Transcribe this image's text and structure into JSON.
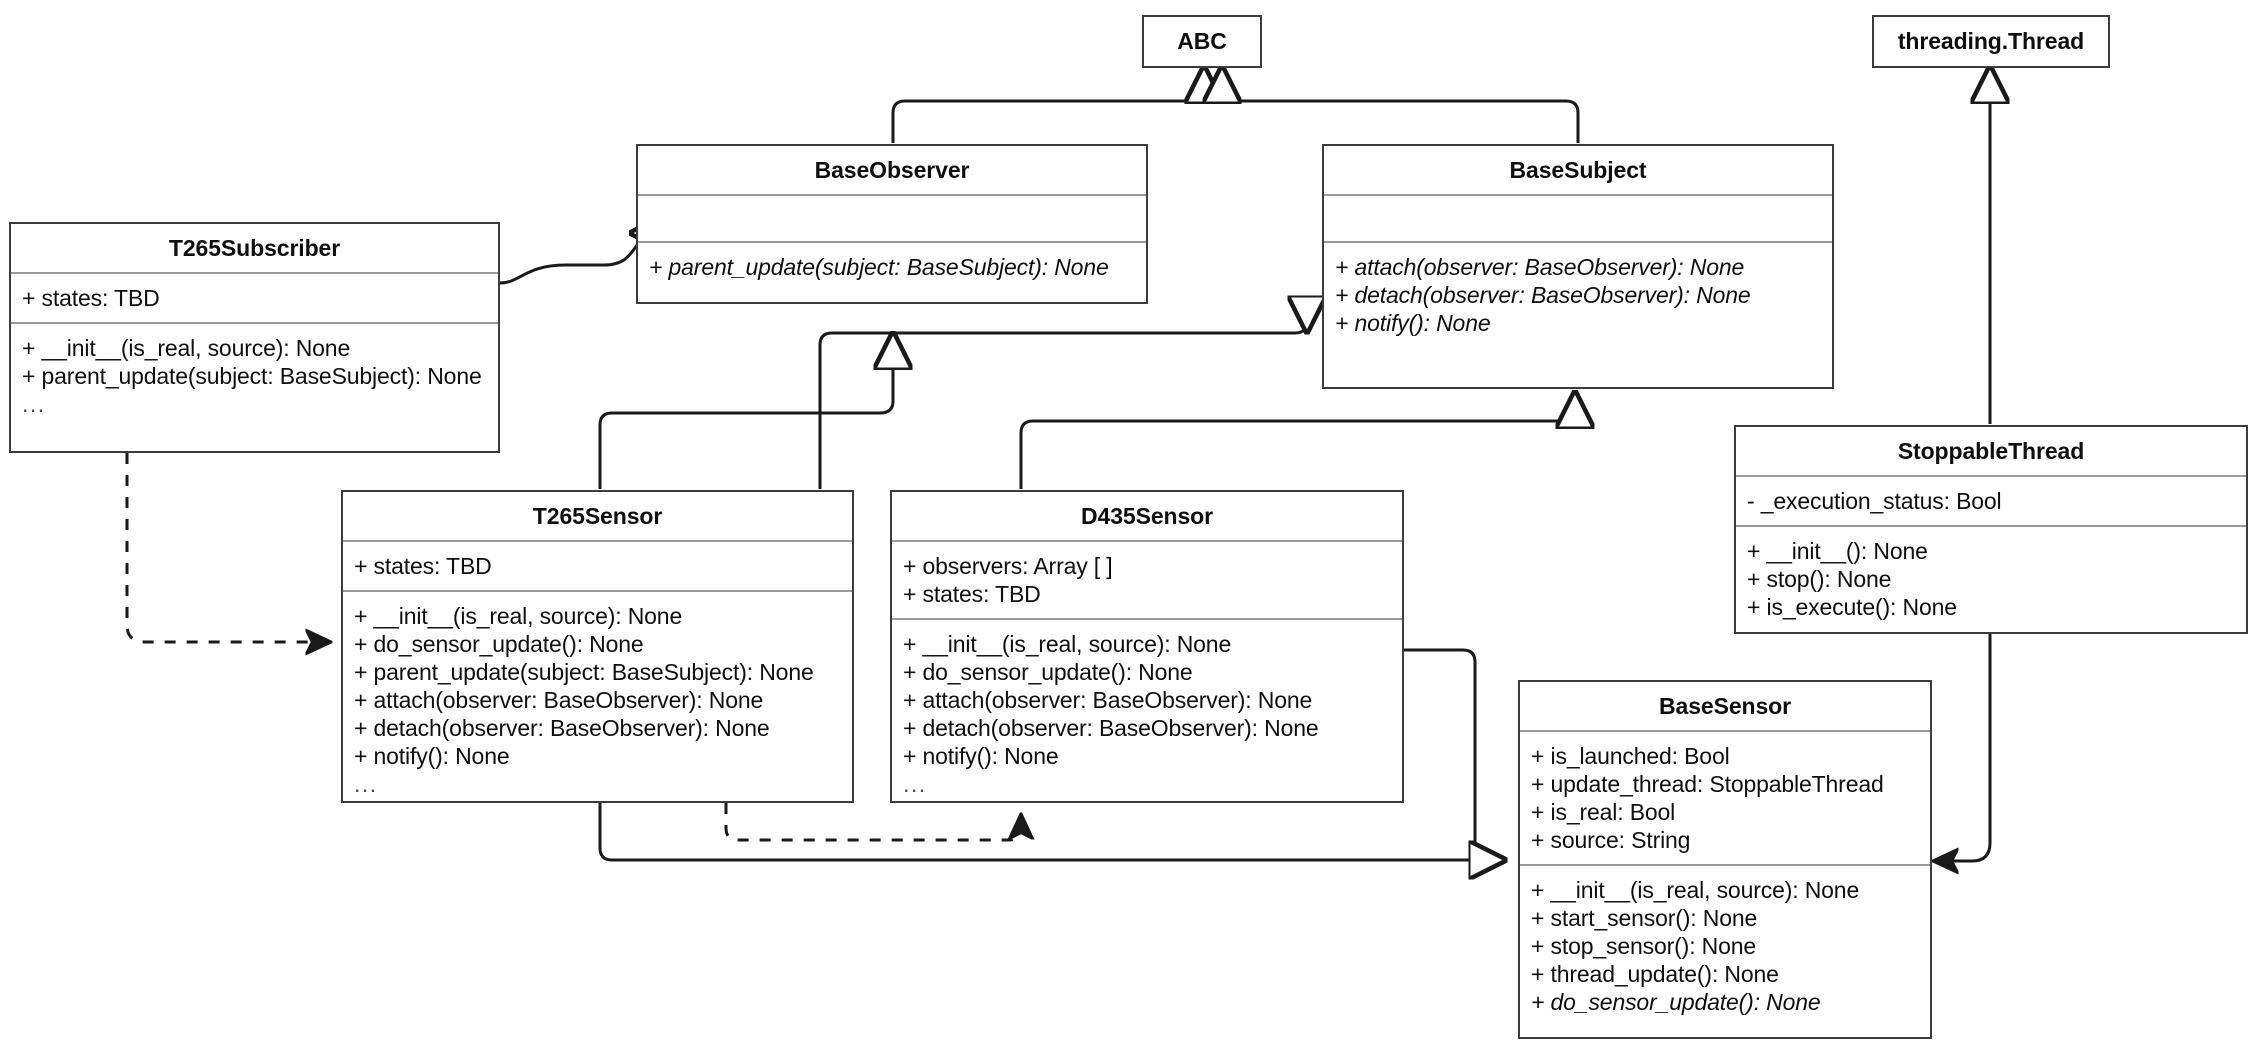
{
  "diagram": {
    "type": "uml-class-diagram",
    "background": "#ffffff",
    "line_color": "#1a1a1a",
    "box_border_color": "#3b3b3b",
    "separator_color": "#9b9b9b"
  },
  "classes": [
    {
      "id": "abc",
      "name": "ABC",
      "attributes": [],
      "methods": []
    },
    {
      "id": "threading_thread",
      "name": "threading.Thread",
      "attributes": [],
      "methods": []
    },
    {
      "id": "base_observer",
      "name": "BaseObserver",
      "attributes": [],
      "methods": [
        {
          "text": "+ parent_update(subject: BaseSubject): None",
          "abstract": true
        }
      ]
    },
    {
      "id": "base_subject",
      "name": "BaseSubject",
      "attributes": [],
      "methods": [
        {
          "text": "+ attach(observer: BaseObserver): None",
          "abstract": true
        },
        {
          "text": "+ detach(observer: BaseObserver): None",
          "abstract": true
        },
        {
          "text": "+ notify(): None",
          "abstract": true
        }
      ]
    },
    {
      "id": "t265_subscriber",
      "name": "T265Subscriber",
      "attributes": [
        {
          "text": "+ states: TBD",
          "abstract": false
        }
      ],
      "methods": [
        {
          "text": "+ __init__(is_real, source): None",
          "abstract": false
        },
        {
          "text": "+ parent_update(subject: BaseSubject): None",
          "abstract": false
        },
        {
          "text": "...",
          "abstract": false,
          "ellipsis": true
        }
      ]
    },
    {
      "id": "t265_sensor",
      "name": "T265Sensor",
      "attributes": [
        {
          "text": "+ states: TBD",
          "abstract": false
        }
      ],
      "methods": [
        {
          "text": "+ __init__(is_real, source): None",
          "abstract": false
        },
        {
          "text": "+ do_sensor_update(): None",
          "abstract": false
        },
        {
          "text": "+ parent_update(subject: BaseSubject): None",
          "abstract": false
        },
        {
          "text": "+ attach(observer: BaseObserver): None",
          "abstract": false
        },
        {
          "text": "+ detach(observer: BaseObserver): None",
          "abstract": false
        },
        {
          "text": "+ notify(): None",
          "abstract": false
        },
        {
          "text": "...",
          "abstract": false,
          "ellipsis": true
        }
      ]
    },
    {
      "id": "d435_sensor",
      "name": "D435Sensor",
      "attributes": [
        {
          "text": "+ observers: Array [ ]",
          "abstract": false
        },
        {
          "text": "+ states: TBD",
          "abstract": false
        }
      ],
      "methods": [
        {
          "text": "+ __init__(is_real, source): None",
          "abstract": false
        },
        {
          "text": "+ do_sensor_update(): None",
          "abstract": false
        },
        {
          "text": "+ attach(observer: BaseObserver): None",
          "abstract": false
        },
        {
          "text": "+ detach(observer: BaseObserver): None",
          "abstract": false
        },
        {
          "text": "+ notify(): None",
          "abstract": false
        },
        {
          "text": "...",
          "abstract": false,
          "ellipsis": true
        }
      ]
    },
    {
      "id": "stoppable_thread",
      "name": "StoppableThread",
      "attributes": [
        {
          "text": "- _execution_status: Bool",
          "abstract": false
        }
      ],
      "methods": [
        {
          "text": "+ __init__(): None",
          "abstract": false
        },
        {
          "text": "+ stop(): None",
          "abstract": false
        },
        {
          "text": "+ is_execute(): None",
          "abstract": false
        }
      ]
    },
    {
      "id": "base_sensor",
      "name": "BaseSensor",
      "attributes": [
        {
          "text": "+ is_launched: Bool",
          "abstract": false
        },
        {
          "text": "+ update_thread: StoppableThread",
          "abstract": false
        },
        {
          "text": "+ is_real: Bool",
          "abstract": false
        },
        {
          "text": "+ source: String",
          "abstract": false
        }
      ],
      "methods": [
        {
          "text": "+ __init__(is_real, source): None",
          "abstract": false
        },
        {
          "text": "+ start_sensor(): None",
          "abstract": false
        },
        {
          "text": "+ stop_sensor(): None",
          "abstract": false
        },
        {
          "text": "+ thread_update(): None",
          "abstract": false
        },
        {
          "text": "+ do_sensor_update(): None",
          "abstract": true
        }
      ]
    }
  ],
  "relationships": [
    {
      "id": "observer-to-abc",
      "from": "BaseObserver",
      "to": "ABC",
      "kind": "generalization"
    },
    {
      "id": "subject-to-abc",
      "from": "BaseSubject",
      "to": "ABC",
      "kind": "generalization"
    },
    {
      "id": "subscriber-to-observer",
      "from": "T265Subscriber",
      "to": "BaseObserver",
      "kind": "generalization"
    },
    {
      "id": "t265sensor-to-observer",
      "from": "T265Sensor",
      "to": "BaseObserver",
      "kind": "generalization"
    },
    {
      "id": "t265sensor-to-subject",
      "from": "T265Sensor",
      "to": "BaseSubject",
      "kind": "generalization"
    },
    {
      "id": "d435sensor-to-subject",
      "from": "D435Sensor",
      "to": "BaseSubject",
      "kind": "generalization"
    },
    {
      "id": "t265sensor-to-basesensor",
      "from": "T265Sensor",
      "to": "BaseSensor",
      "kind": "generalization"
    },
    {
      "id": "d435sensor-to-basesensor",
      "from": "D435Sensor",
      "to": "BaseSensor",
      "kind": "generalization"
    },
    {
      "id": "stoppablethread-to-thread",
      "from": "StoppableThread",
      "to": "threading.Thread",
      "kind": "generalization"
    },
    {
      "id": "stoppablethread-to-basesensor",
      "from": "StoppableThread",
      "to": "BaseSensor",
      "kind": "association"
    },
    {
      "id": "subscriber-to-t265sensor",
      "from": "T265Subscriber",
      "to": "T265Sensor",
      "kind": "dependency"
    },
    {
      "id": "t265sensor-to-d435sensor",
      "from": "T265Sensor",
      "to": "D435Sensor",
      "kind": "dependency"
    }
  ]
}
